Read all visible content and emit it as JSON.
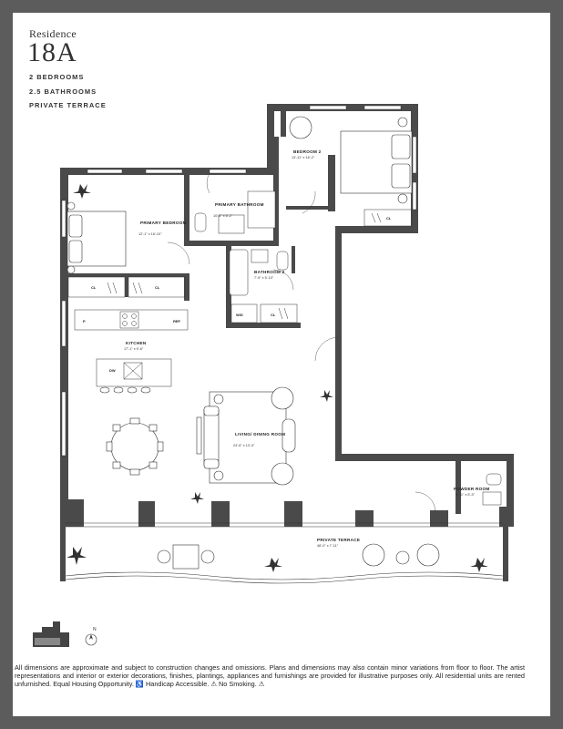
{
  "header": {
    "residence_label": "Residence",
    "unit_number": "18A",
    "features": [
      "2 BEDROOMS",
      "2.5 BATHROOMS",
      "PRIVATE TERRACE"
    ]
  },
  "rooms": {
    "bedroom2": {
      "name": "BEDROOM 2",
      "dims": "13'-11\" x 16'-2\""
    },
    "primary_bathroom": {
      "name": "PRIMARY BATHROOM",
      "dims": "10'-6\" x 6'-2\""
    },
    "primary_bedroom": {
      "name": "PRIMARY BEDROOM",
      "dims": "12'-1\" x 16'-10\""
    },
    "bathroom2": {
      "name": "BATHROOM 2",
      "dims": "7'-9\" x 5'-10\""
    },
    "kitchen": {
      "name": "KITCHEN",
      "dims": "17'-1\" x 9'-6\""
    },
    "living": {
      "name": "LIVING/ DINING ROOM",
      "dims": "24'-6\" x 13'-3\""
    },
    "powder": {
      "name": "POWDER ROOM",
      "dims": "5'-11\" x 5'-3\""
    },
    "terrace": {
      "name": "PRIVATE TERRACE",
      "dims": "48'-0\" x 7'-11\""
    }
  },
  "fixtures": {
    "closet": "CL",
    "pantry": "P",
    "refrigerator": "REF",
    "dishwasher": "DW",
    "washer_dryer": "W/D"
  },
  "compass": {
    "north": "N"
  },
  "disclaimer": "All dimensions are approximate and subject to construction changes and omissions. Plans and dimensions may also contain minor variations from floor to floor. The artist representations and interior or exterior decorations, finishes, plantings, appliances and furnishings are provided for illustrative purposes only. All residential units are rented unfurnished. Equal Housing Opportunity. ♿ Handicap Accessible. ⚠ No Smoking. ⚠"
}
